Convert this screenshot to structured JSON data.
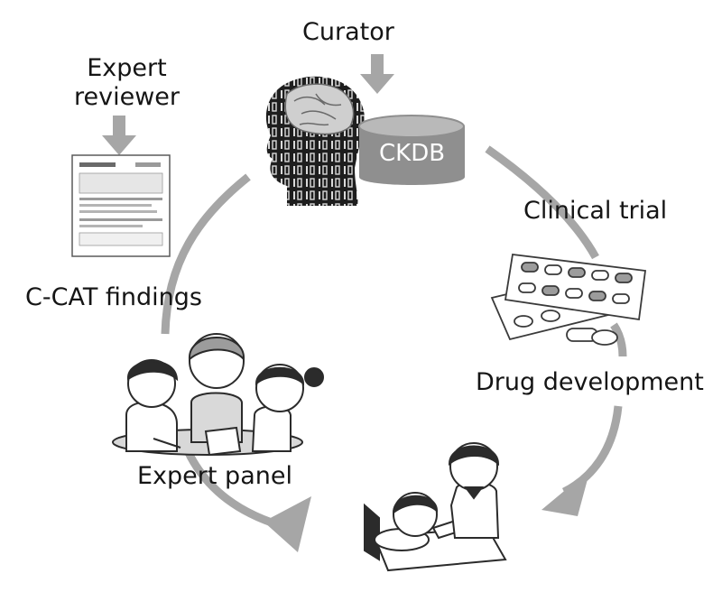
{
  "labels": {
    "curator": "Curator",
    "expert_reviewer_line1": "Expert",
    "expert_reviewer_line2": "reviewer",
    "database": "CKDB",
    "clinical_trial": "Clinical trial",
    "ccat_findings": "C-CAT findings",
    "drug_development": "Drug development",
    "expert_panel": "Expert panel"
  },
  "colors": {
    "arrow": "#a6a6a6",
    "database_fill": "#8f8f8f",
    "database_top": "#b9b9b9",
    "text": "#151515"
  },
  "icons": {
    "head": "ai-brain-head-icon",
    "document": "report-document-icon",
    "pills": "medicine-pills-icon",
    "panel": "expert-panel-people-icon",
    "patient": "patient-in-bed-icon"
  }
}
